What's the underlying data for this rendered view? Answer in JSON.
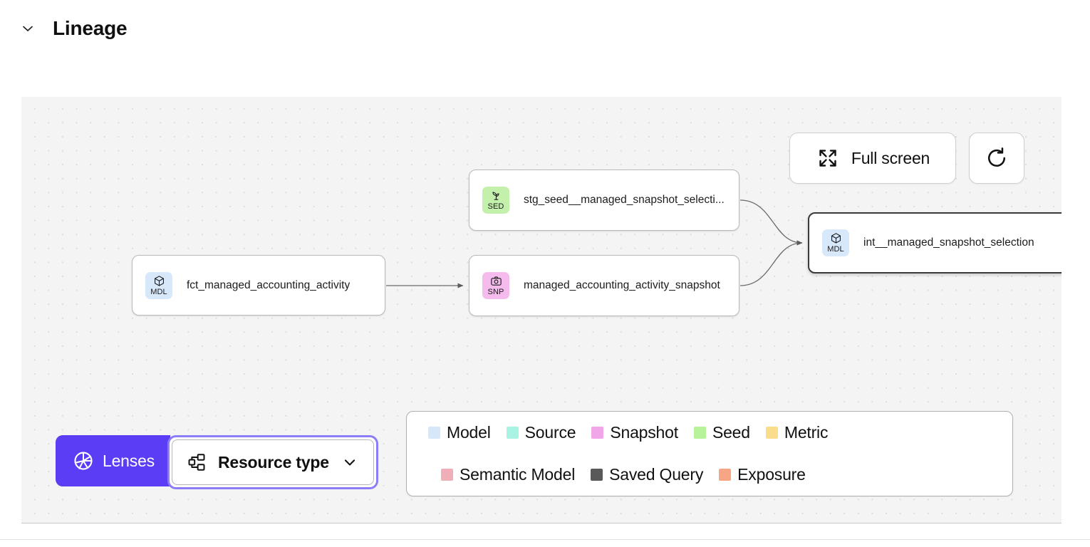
{
  "section": {
    "title": "Lineage",
    "collapse_icon": "chevron-down-icon",
    "expanded": true
  },
  "canvas": {
    "background_color": "#f4f4f4",
    "dot_color": "#dcdcdc"
  },
  "controls": {
    "fullscreen": {
      "label": "Full screen",
      "icon": "expand-icon"
    },
    "refresh": {
      "label": "",
      "icon": "refresh-icon"
    }
  },
  "lenses": {
    "button_label": "Lenses",
    "button_icon": "aperture-icon",
    "button_color": "#5b3df5",
    "select": {
      "value": "Resource type",
      "icon": "hierarchy-icon",
      "chevron": "chevron-down-icon",
      "focused": true,
      "focus_ring_color": "#8b7cf8"
    }
  },
  "graph": {
    "nodes": [
      {
        "id": "fct_managed_accounting_activity",
        "label": "fct_managed_accounting_activity",
        "type": "Model",
        "abbr": "MDL",
        "icon": "cube-icon",
        "badge_color": "#d8e8fb",
        "selected": false
      },
      {
        "id": "stg_seed__managed_snapshot_selection",
        "label": "stg_seed__managed_snapshot_selecti...",
        "type": "Seed",
        "abbr": "SED",
        "icon": "sprout-icon",
        "badge_color": "#c3f0ab",
        "selected": false
      },
      {
        "id": "managed_accounting_activity_snapshot",
        "label": "managed_accounting_activity_snapshot",
        "type": "Snapshot",
        "abbr": "SNP",
        "icon": "camera-icon",
        "badge_color": "#f4bbec",
        "selected": false
      },
      {
        "id": "int__managed_snapshot_selection",
        "label": "int__managed_snapshot_selection",
        "type": "Model",
        "abbr": "MDL",
        "icon": "cube-icon",
        "badge_color": "#d8e8fb",
        "selected": true
      }
    ],
    "edges": [
      {
        "from": "fct_managed_accounting_activity",
        "to": "managed_accounting_activity_snapshot"
      },
      {
        "from": "stg_seed__managed_snapshot_selection",
        "to": "int__managed_snapshot_selection"
      },
      {
        "from": "managed_accounting_activity_snapshot",
        "to": "int__managed_snapshot_selection"
      }
    ]
  },
  "legend": {
    "row1": [
      {
        "label": "Model",
        "color": "#d6e7fa"
      },
      {
        "label": "Source",
        "color": "#a9f3e2"
      },
      {
        "label": "Snapshot",
        "color": "#f0a6e8"
      },
      {
        "label": "Seed",
        "color": "#b7f39a"
      },
      {
        "label": "Metric",
        "color": "#f9dd8b"
      }
    ],
    "row2": [
      {
        "label": "Semantic Model",
        "color": "#f0aeb9"
      },
      {
        "label": "Saved Query",
        "color": "#595959"
      },
      {
        "label": "Exposure",
        "color": "#f6a684"
      }
    ]
  }
}
